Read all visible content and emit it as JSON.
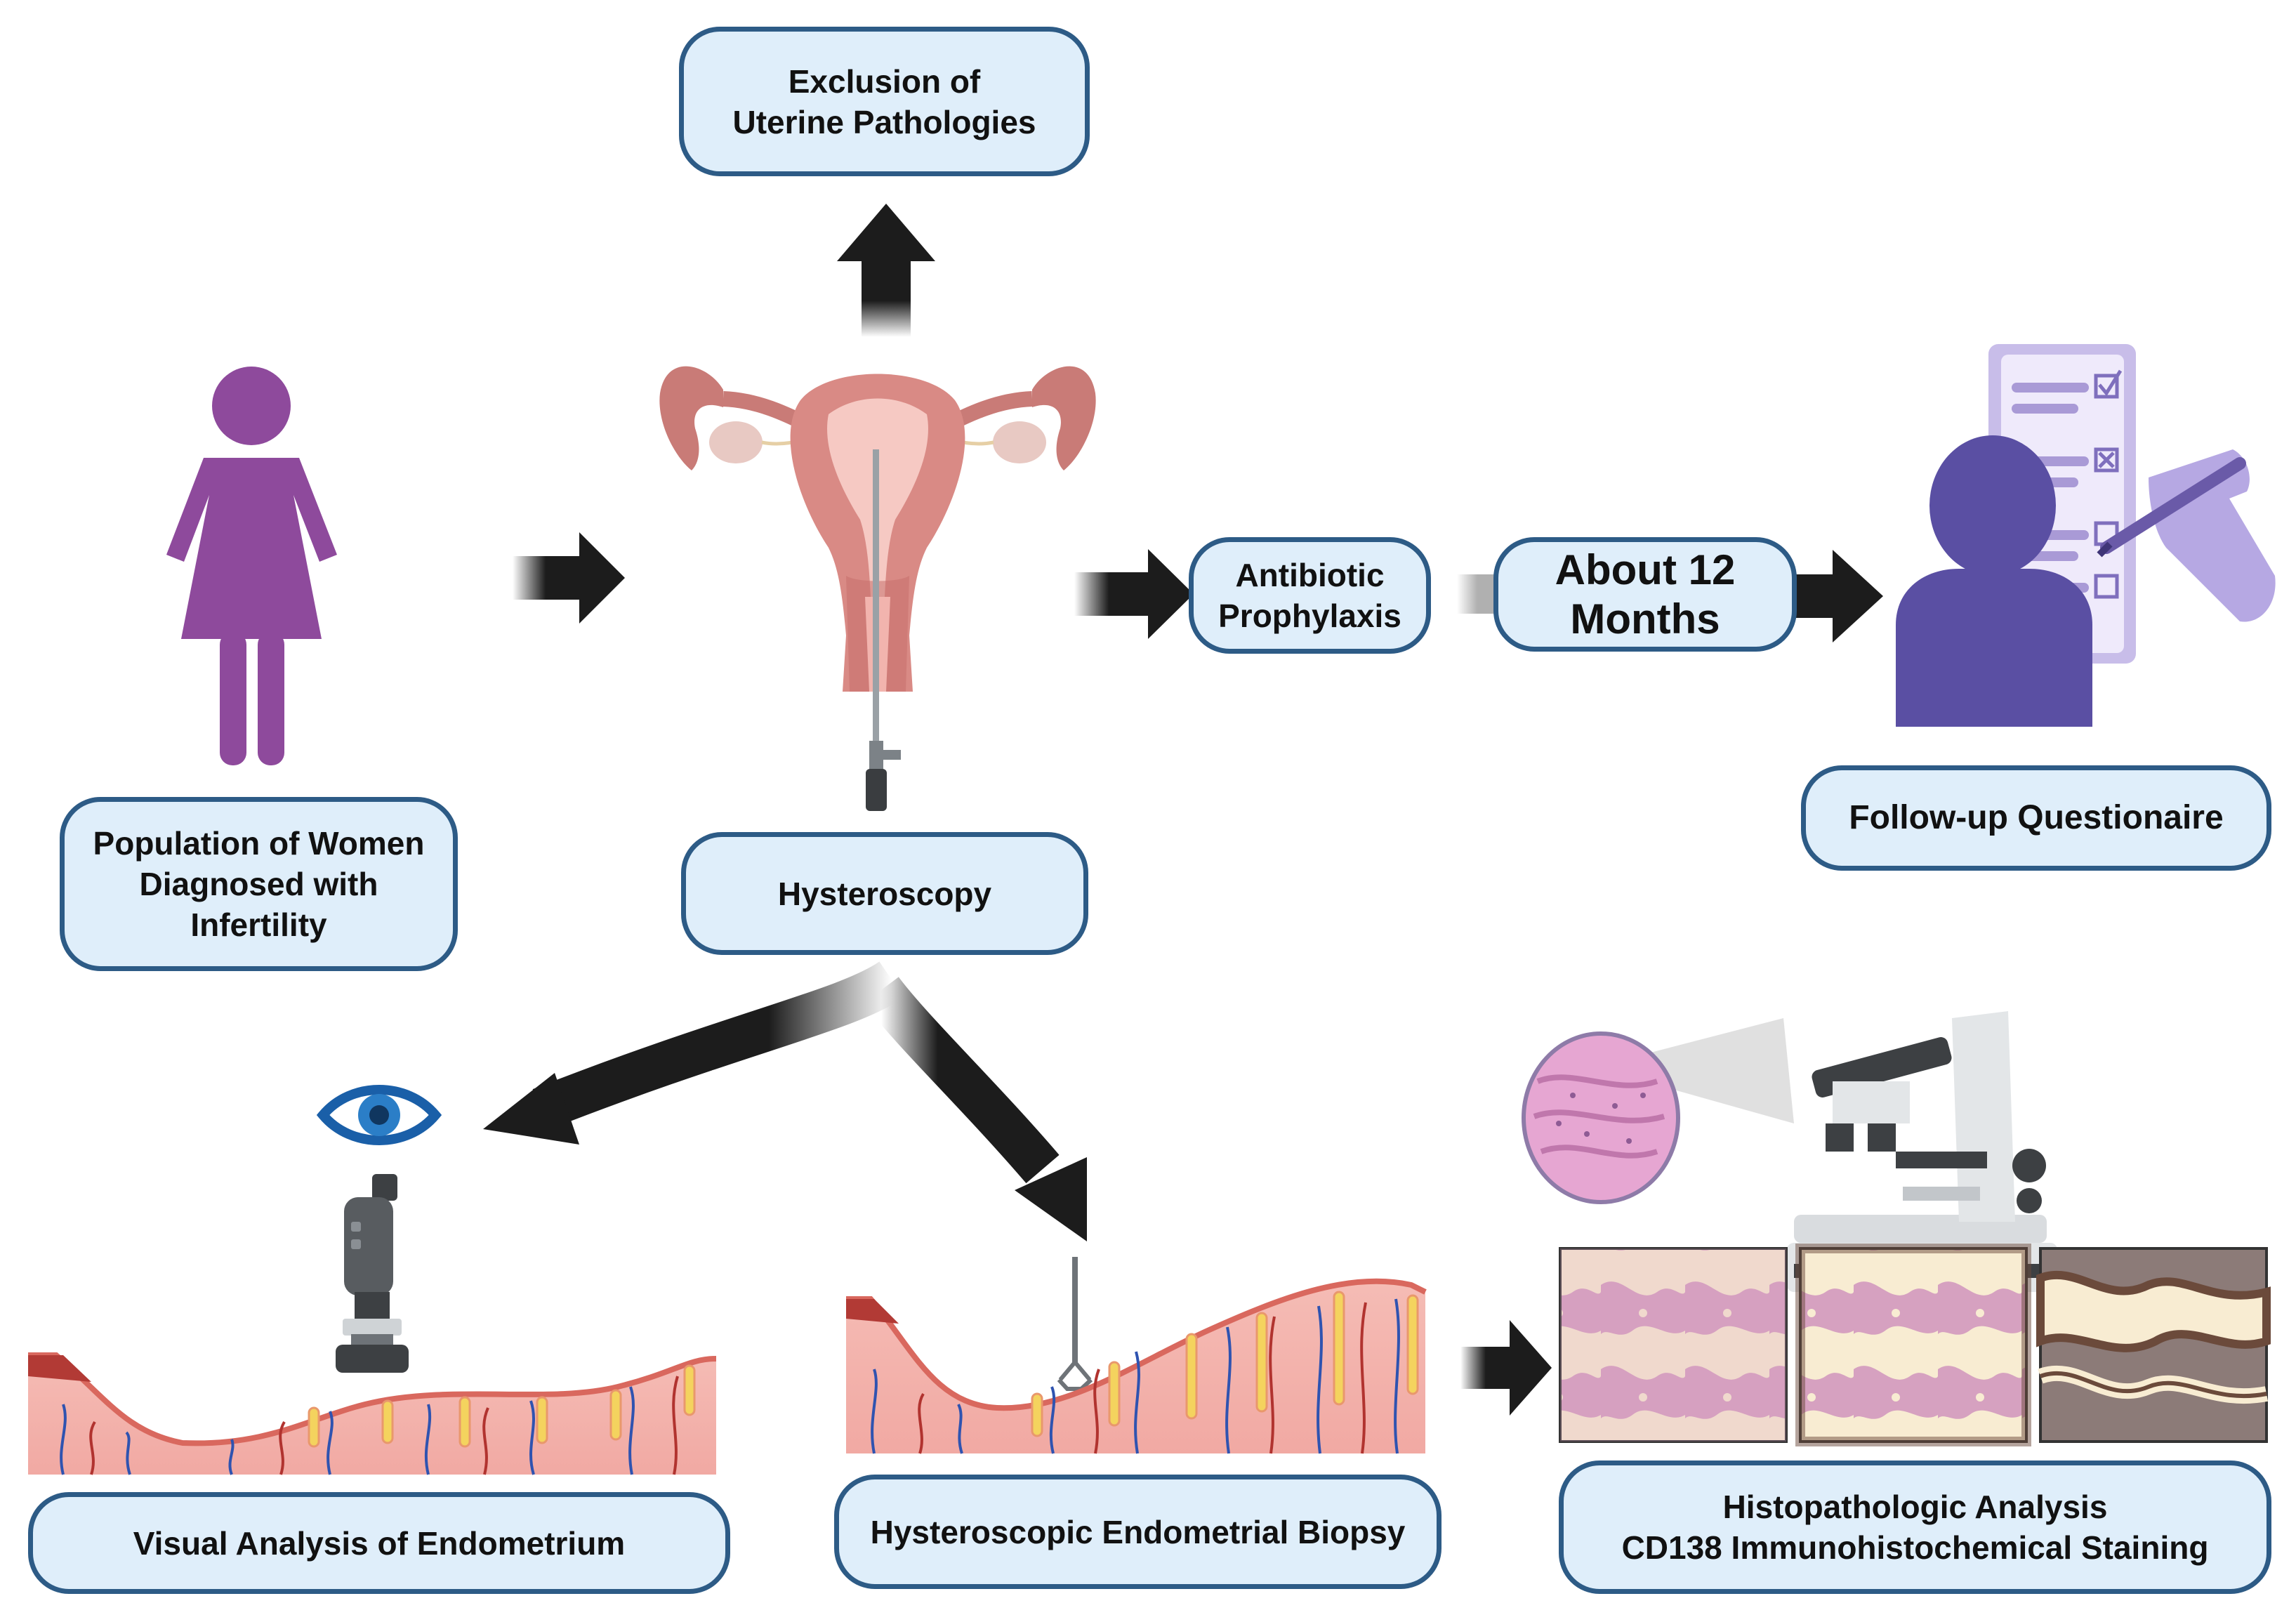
{
  "boxes": {
    "exclusion": "Exclusion of\nUterine Pathologies",
    "population": "Population of Women\nDiagnosed with\nInfertility",
    "hysteroscopy": "Hysteroscopy",
    "antibiotic": "Antibiotic\nProphylaxis",
    "months": "About 12\nMonths",
    "followup": "Follow-up Questionaire",
    "visual": "Visual Analysis of Endometrium",
    "biopsy": "Hysteroscopic Endometrial Biopsy",
    "histo": "Histopathologic Analysis\nCD138 Immunohistochemical Staining"
  },
  "icons": [
    "woman-icon",
    "uterus-icon",
    "hysteroscope-icon",
    "questionnaire-person-icon",
    "eye-icon",
    "camera-icon",
    "biopsy-forceps-icon",
    "microscope-icon",
    "tissue-sample-icon"
  ],
  "colors": {
    "box_fill": "#dfeefa",
    "box_border": "#2d5b86",
    "arrow": "#1c1c1c",
    "woman": "#8e4a9c",
    "questionnaire_person": "#5a4fa3",
    "clipboard": "#a99ad6",
    "endometrium": "#f3b7b0",
    "gland": "#f4d35e",
    "vessel": "#2f53b0",
    "tissue_pink": "#d6a1c0",
    "tissue_cream": "#f8ecd2",
    "tissue_brown": "#6b4a3b"
  }
}
